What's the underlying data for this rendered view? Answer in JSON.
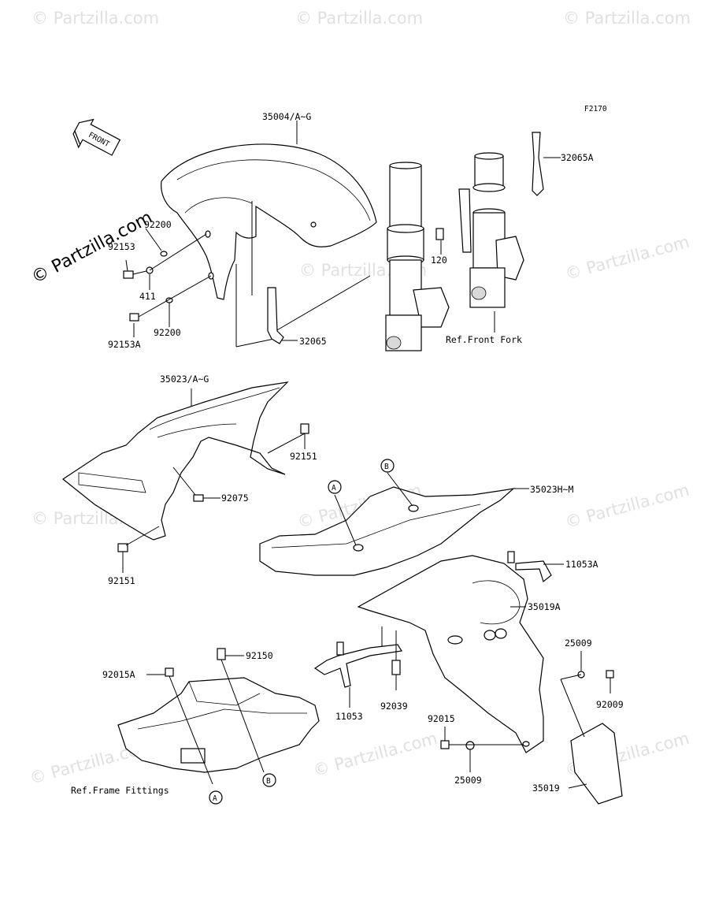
{
  "figure_code": "F2170",
  "front_arrow_label": "FRONT",
  "watermark_main": "© Partzilla.com",
  "watermark_repeat": "© Partzilla.com",
  "callouts": {
    "fender_front": "35004/A~G",
    "bracket_32065A": "32065A",
    "bolt_120": "120",
    "washer_92200_top": "92200",
    "bolt_92153": "92153",
    "collar_411": "411",
    "washer_92200_bottom": "92200",
    "bolt_92153A": "92153A",
    "bracket_32065": "32065",
    "ref_front_fork": "Ref.Front Fork",
    "cowl_35023": "35023/A~G",
    "bolt_92151_top": "92151",
    "clip_92075": "92075",
    "bolt_92151_bottom": "92151",
    "marker_a_top": "A",
    "marker_b_top": "B",
    "cover_35023h": "35023H~M",
    "bracket_11053a": "11053A",
    "fender_rear_35019a": "35019A",
    "bolt_92150": "92150",
    "nut_92015a": "92015A",
    "bracket_11053": "11053",
    "clip_92039": "92039",
    "nut_92015": "92015",
    "damper_25009_right": "25009",
    "screw_92009": "92009",
    "damper_25009_bottom": "25009",
    "flap_35019": "35019",
    "ref_frame_fittings": "Ref.Frame Fittings",
    "marker_a_bottom": "A",
    "marker_b_bottom": "B"
  }
}
